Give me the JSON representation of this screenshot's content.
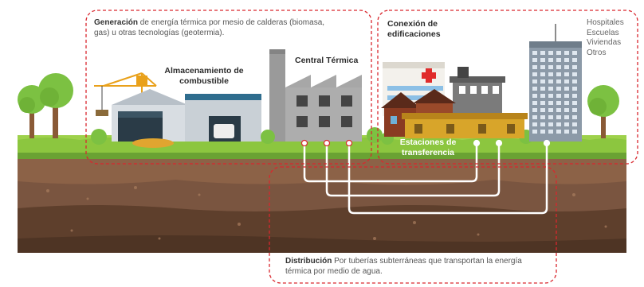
{
  "generation": {
    "title": "Generación",
    "text": " de energía térmica por mesio de calderas (biomasa, gas) u otras tecnologías (geotermia)."
  },
  "storage": {
    "title": "Almacenamiento de combustible"
  },
  "plant": {
    "title": "Central Térmica"
  },
  "connection": {
    "title": "Conexión de edificaciones"
  },
  "uses": [
    "Hospitales",
    "Escuelas",
    "Viviendas",
    "Otros"
  ],
  "stations": {
    "title": "Estaciones de transferencia"
  },
  "distribution": {
    "title": "Distribución",
    "text": " Por tuberías subterráneas que transportan la energía térmica por medio de agua."
  },
  "colors": {
    "callout_border": "#d9272e",
    "grass": "#8cc63f",
    "soil": "#6b4a34",
    "pipe": "#ffffff",
    "tree_leaves": "#7cc142",
    "factory": "#9a9a9a",
    "warehouse": "#d8dde2"
  }
}
